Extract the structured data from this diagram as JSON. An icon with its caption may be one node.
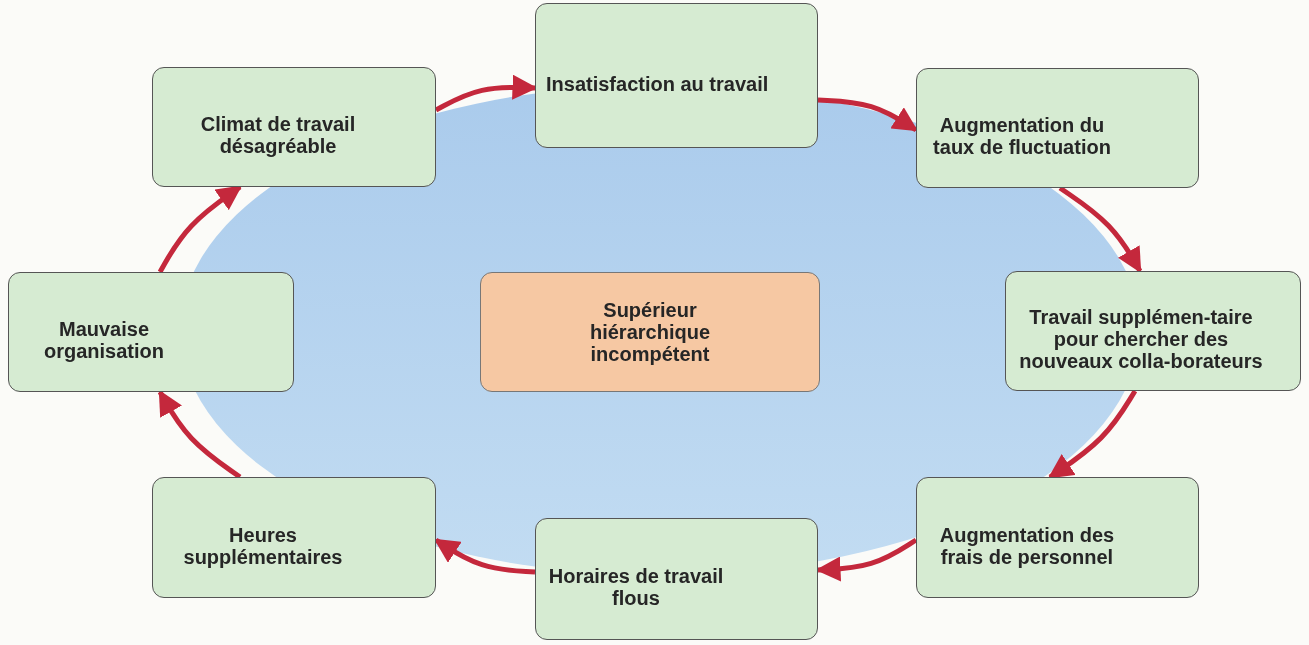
{
  "diagram": {
    "nodes": [
      {
        "text": [
          "Climat de travail désagréable"
        ]
      },
      {
        "text": [
          "Insatisfaction au travail"
        ]
      },
      {
        "text": [
          "Augmentation du taux de fluctuation"
        ]
      },
      {
        "text": [
          "Travail supplémen-taire pour chercher des nouveaux colla-borateurs"
        ]
      },
      {
        "text": [
          "Augmentation des frais de personnel"
        ]
      },
      {
        "text": [
          "Horaires de travail flous"
        ]
      },
      {
        "text": [
          "Heures supplémentaires"
        ]
      },
      {
        "text": [
          "Mauvaise organisation"
        ]
      },
      {
        "text": [
          "Supérieur hiérarchique incompétent"
        ]
      }
    ],
    "edges": [
      {
        "from": 0,
        "to": 1,
        "arrow": "to"
      },
      {
        "from": 1,
        "to": 2,
        "arrow": "to"
      },
      {
        "from": 2,
        "to": 3,
        "arrow": "to"
      },
      {
        "from": 3,
        "to": 4,
        "arrow": "to"
      },
      {
        "from": 4,
        "to": 5,
        "arrow": "to"
      },
      {
        "from": 5,
        "to": 6,
        "arrow": "to"
      },
      {
        "from": 6,
        "to": 7,
        "arrow": "to"
      },
      {
        "from": 7,
        "to": 0,
        "arrow": "to"
      }
    ]
  }
}
